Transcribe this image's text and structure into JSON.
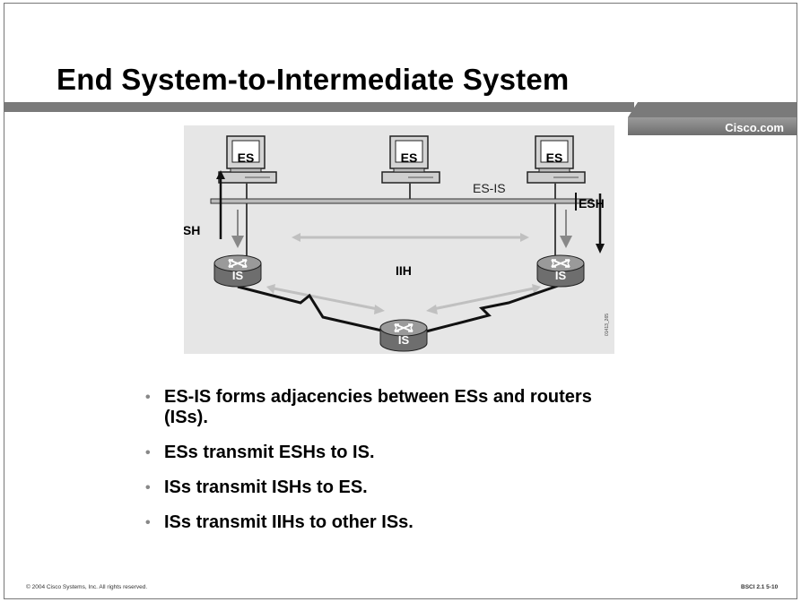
{
  "title": "End System-to-Intermediate System",
  "brand": "Cisco.com",
  "diagram": {
    "es_label": "ES",
    "is_label": "IS",
    "esis_label": "ES-IS",
    "esh_label": "ESH",
    "ish_label": "ISH",
    "iih_label": "IIH",
    "figure_id": "01413_265"
  },
  "bullets": [
    "ES-IS forms adjacencies between ESs and routers (ISs).",
    "ESs transmit ESHs to IS.",
    "ISs transmit ISHs to ES.",
    "ISs transmit IIHs to other ISs."
  ],
  "footer": {
    "copyright": "© 2004 Cisco Systems, Inc. All rights reserved.",
    "slide_ref": "BSCI 2.1   5-10"
  }
}
